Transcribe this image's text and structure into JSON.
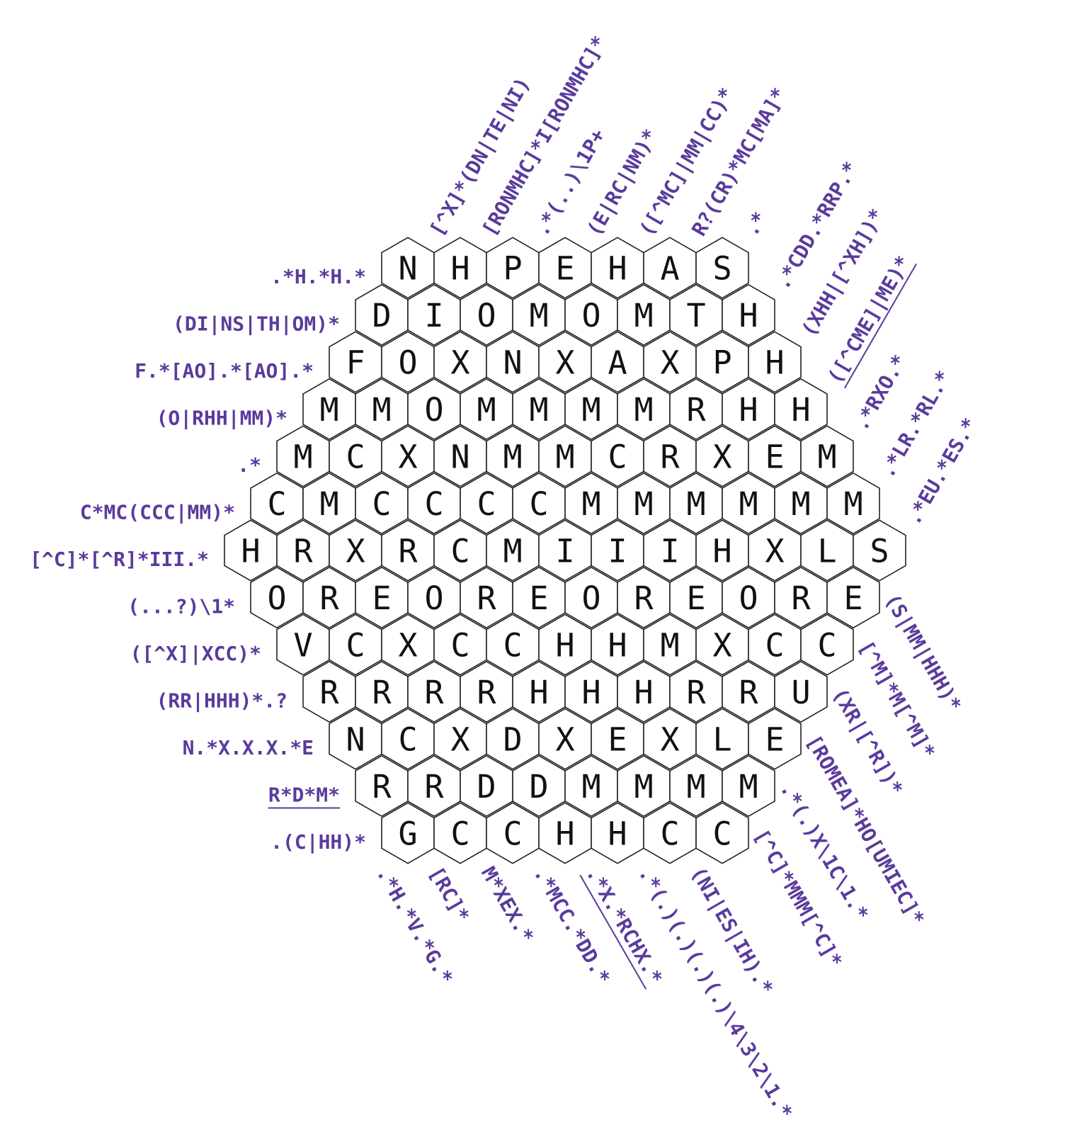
{
  "puzzle": {
    "grid_rows": [
      "NHPEHAS",
      "DIOMOMTH",
      "FOXNXAXPH",
      "MMOMMMMRHH",
      "MCXNMMCRXEM",
      "CMCCCCMMMMMM",
      "HRXRCMIIIHXLS",
      "OREOREOREORE",
      "VCXCCHHMXCC",
      "RRRRHHHRRU",
      "NCXDXEXLE",
      "RRDDMMMM",
      "GCCHHCC"
    ],
    "colors": {
      "clue": "#5b3a9d",
      "cell_border": "#222222",
      "cell_fill": "#ffffff",
      "letter": "#111111"
    },
    "left_clues": [
      {
        "text": ".*H.*H.*",
        "underlined": false
      },
      {
        "text": "(DI|NS|TH|OM)*",
        "underlined": false
      },
      {
        "text": "F.*[AO].*[AO].*",
        "underlined": false
      },
      {
        "text": "(O|RHH|MM)*",
        "underlined": false
      },
      {
        "text": ".*",
        "underlined": false
      },
      {
        "text": "C*MC(CCC|MM)*",
        "underlined": false
      },
      {
        "text": "[^C]*[^R]*III.*",
        "underlined": false
      },
      {
        "text": "(...?)\\1*",
        "underlined": false
      },
      {
        "text": "([^X]|XCC)*",
        "underlined": false
      },
      {
        "text": "(RR|HHH)*.?",
        "underlined": false
      },
      {
        "text": "N.*X.X.X.*E",
        "underlined": false
      },
      {
        "text": "R*D*M*",
        "underlined": true
      },
      {
        "text": ".(C|HH)*",
        "underlined": false
      }
    ],
    "top_clues": [
      {
        "text": "[^X]*(DN|TE|NI)",
        "underlined": false
      },
      {
        "text": "[RONMHC]*I[RONMHC]*",
        "underlined": false
      },
      {
        "text": ".*(..)\\1P+",
        "underlined": false
      },
      {
        "text": "(E|RC|NM)*",
        "underlined": false
      },
      {
        "text": "([^MC]|MM|CC)*",
        "underlined": false
      },
      {
        "text": "R?(CR)*MC[MA]*",
        "underlined": false
      },
      {
        "text": ".*",
        "underlined": false
      }
    ],
    "right_upper_clues": [
      {
        "text": ".*CDD.*RRP.*",
        "underlined": false
      },
      {
        "text": "(XHH|[^XH])*",
        "underlined": false
      },
      {
        "text": "([^CME]|ME)*",
        "underlined": true
      },
      {
        "text": ".*RXO.*",
        "underlined": false
      },
      {
        "text": ".*LR.*RL.*",
        "underlined": false
      },
      {
        "text": ".*EU.*ES.*",
        "underlined": false
      }
    ],
    "right_lower_clues": [
      {
        "text": "(S|MM|HHH)*",
        "underlined": false
      },
      {
        "text": "[^M]*M[^M]*",
        "underlined": false
      },
      {
        "text": "(XR|[^R])*",
        "underlined": false
      },
      {
        "text": "[ROMEA]*HO[UMIEC]*",
        "underlined": false
      },
      {
        "text": ".*(.)X\\1C\\1.*",
        "underlined": false
      },
      {
        "text": "[^C]*MMM[^C]*",
        "underlined": false
      }
    ],
    "bottom_clues": [
      {
        "text": ".*H.*V.*G.*",
        "underlined": false
      },
      {
        "text": "[RC]*",
        "underlined": false
      },
      {
        "text": "M*XEX.*",
        "underlined": false
      },
      {
        "text": ".*MCC.*DD.*",
        "underlined": false
      },
      {
        "text": ".*X.*RCHX.*",
        "underlined": true
      },
      {
        "text": ".*(.)(.)(.)(.)\\4\\3\\2\\1.*",
        "underlined": false
      },
      {
        "text": "(NI|ES|IH).*",
        "underlined": false
      }
    ]
  }
}
